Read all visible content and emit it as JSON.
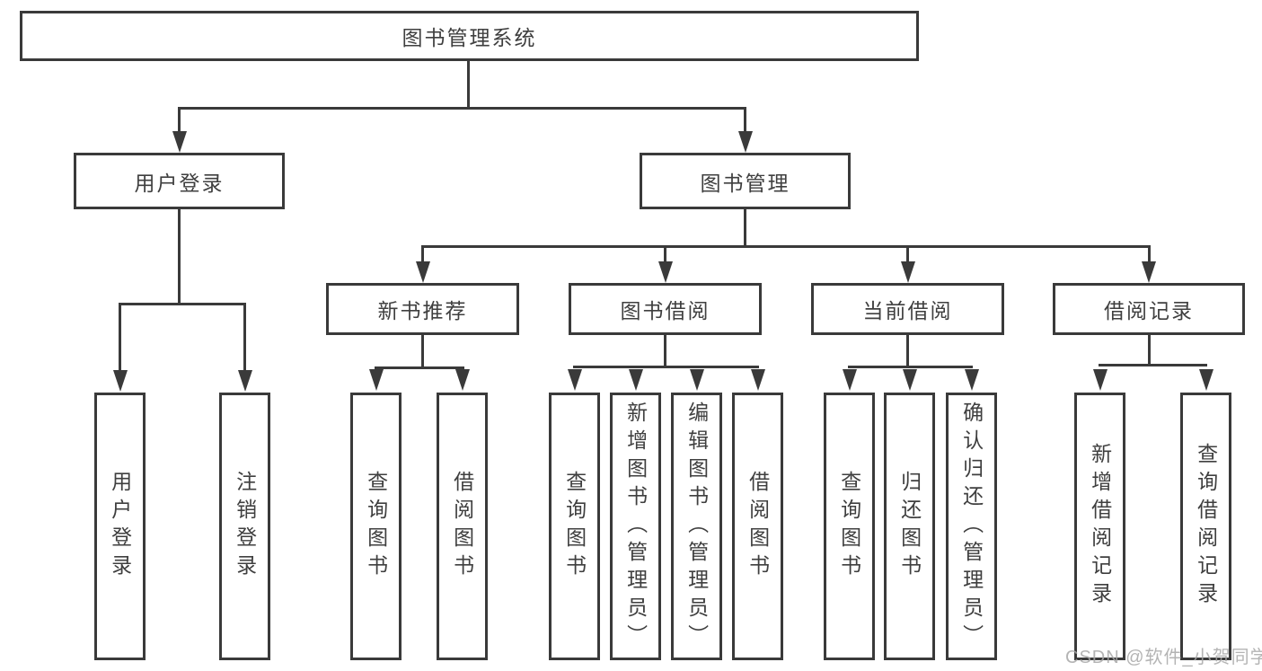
{
  "diagram_type": "hierarchy-tree",
  "tree": {
    "root": {
      "label": "图书管理系统",
      "children": [
        {
          "label": "用户登录",
          "children": [
            {
              "label": "用户登录"
            },
            {
              "label": "注销登录"
            }
          ]
        },
        {
          "label": "图书管理",
          "children": [
            {
              "label": "新书推荐",
              "children": [
                {
                  "label": "查询图书"
                },
                {
                  "label": "借阅图书"
                }
              ]
            },
            {
              "label": "图书借阅",
              "children": [
                {
                  "label": "查询图书"
                },
                {
                  "label": "新增图书（管理员）"
                },
                {
                  "label": "编辑图书（管理员）"
                },
                {
                  "label": "借阅图书"
                }
              ]
            },
            {
              "label": "当前借阅",
              "children": [
                {
                  "label": "查询图书"
                },
                {
                  "label": "归还图书"
                },
                {
                  "label": "确认归还（管理员）"
                }
              ]
            },
            {
              "label": "借阅记录",
              "children": [
                {
                  "label": "新增借阅记录"
                },
                {
                  "label": "查询借阅记录"
                }
              ]
            }
          ]
        }
      ]
    }
  },
  "watermark": {
    "text": "CSDN @软件_小贺同学"
  },
  "colors": {
    "line": "#3a3a3a",
    "text": "#3f3f3f",
    "background": "#ffffff",
    "watermark": "#a8a8a8"
  }
}
